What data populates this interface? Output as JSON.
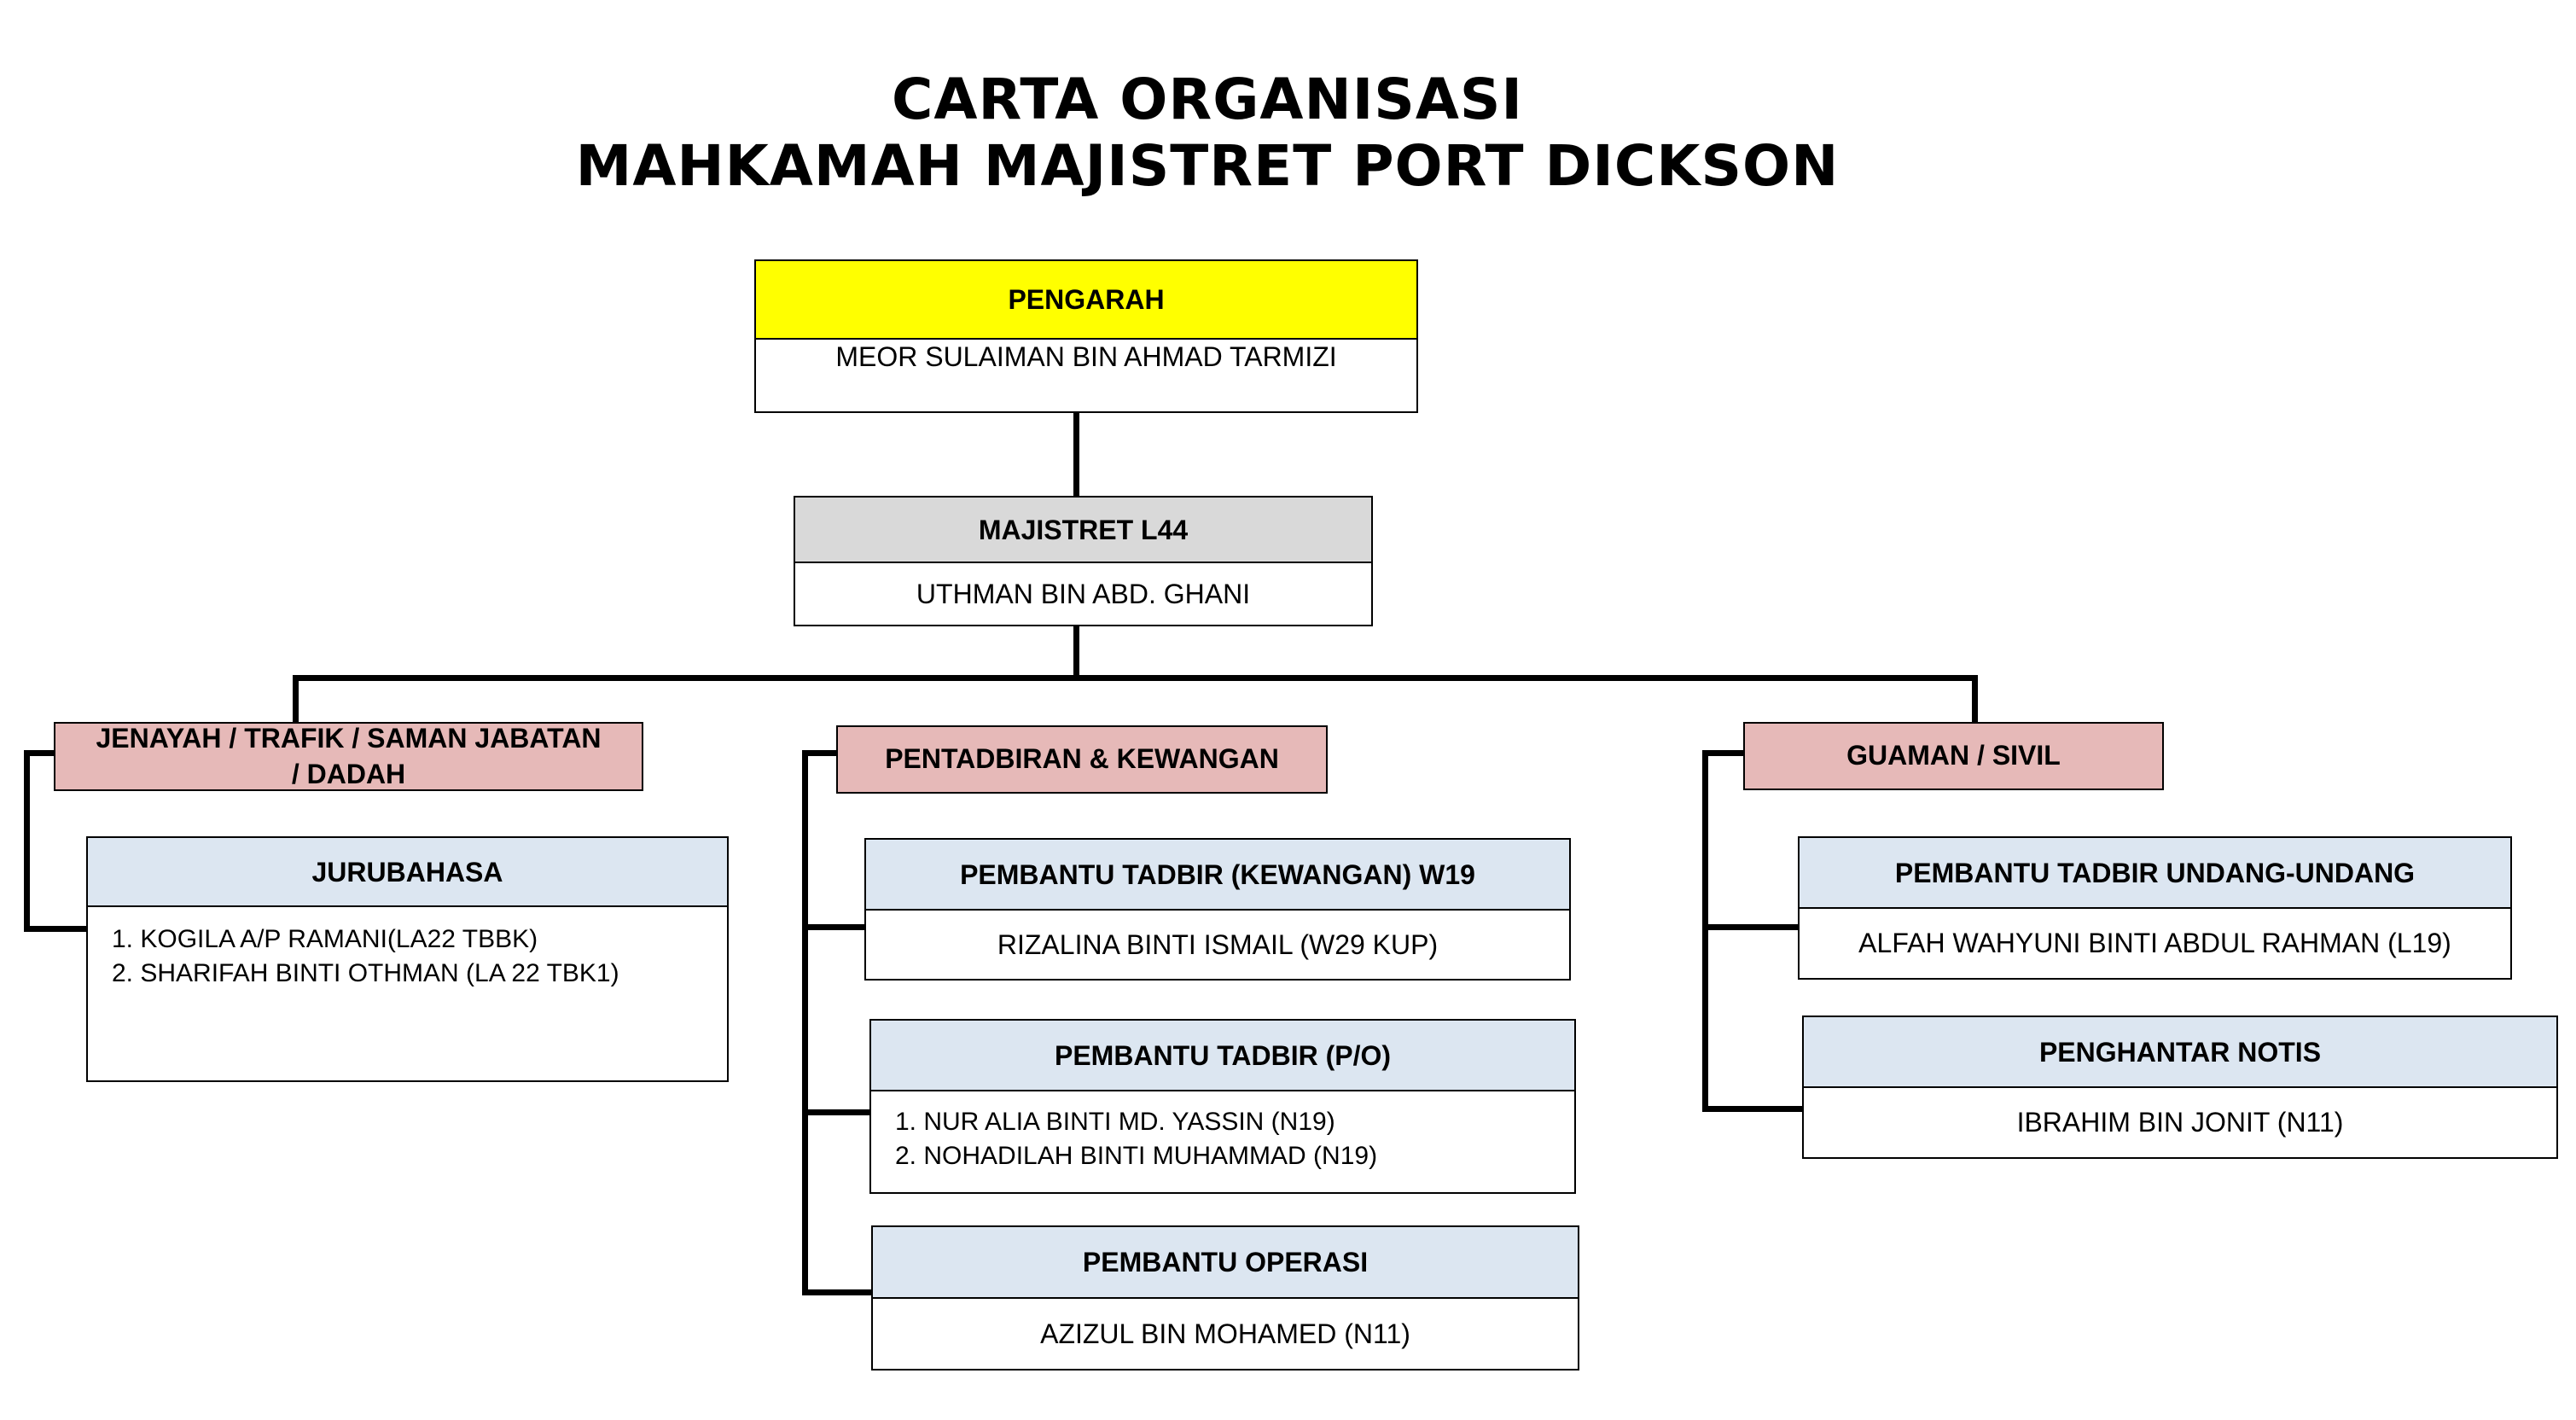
{
  "title": {
    "line1": "CARTA ORGANISASI",
    "line2": "MAHKAMAH MAJISTRET PORT DICKSON"
  },
  "pengarah": {
    "header": "PENGARAH",
    "name": "MEOR SULAIMAN BIN AHMAD TARMIZI"
  },
  "majistret": {
    "header": "MAJISTRET  L44",
    "name": "UTHMAN BIN ABD. GHANI"
  },
  "departments": {
    "jenayah": {
      "label": "JENAYAH / TRAFIK / SAMAN JABATAN / DADAH",
      "jurubahasa": {
        "header": "JURUBAHASA",
        "items": [
          "1. KOGILA A/P RAMANI(LA22 TBBK)",
          "2. SHARIFAH BINTI OTHMAN (LA 22 TBK1)"
        ]
      }
    },
    "pentadbiran": {
      "label": "PENTADBIRAN & KEWANGAN",
      "kewangan": {
        "header": "PEMBANTU TADBIR (KEWANGAN) W19",
        "name": "RIZALINA BINTI ISMAIL (W29 KUP)"
      },
      "po": {
        "header": "PEMBANTU TADBIR (P/O)",
        "items": [
          "1. NUR ALIA BINTI MD. YASSIN (N19)",
          "2. NOHADILAH BINTI MUHAMMAD (N19)"
        ]
      },
      "operasi": {
        "header": "PEMBANTU OPERASI",
        "name": "AZIZUL BIN MOHAMED (N11)"
      }
    },
    "guaman": {
      "label": "GUAMAN / SIVIL",
      "undang": {
        "header": "PEMBANTU TADBIR UNDANG-UNDANG",
        "name": "ALFAH WAHYUNI BINTI ABDUL RAHMAN (L19)"
      },
      "notis": {
        "header": "PENGHANTAR NOTIS",
        "name": "IBRAHIM BIN JONIT (N11)"
      }
    }
  },
  "colors": {
    "pengarah_header": "#ffff00",
    "majistret_header": "#d9d9d9",
    "department": "#e6b9b8",
    "unit_header": "#dce6f1"
  }
}
